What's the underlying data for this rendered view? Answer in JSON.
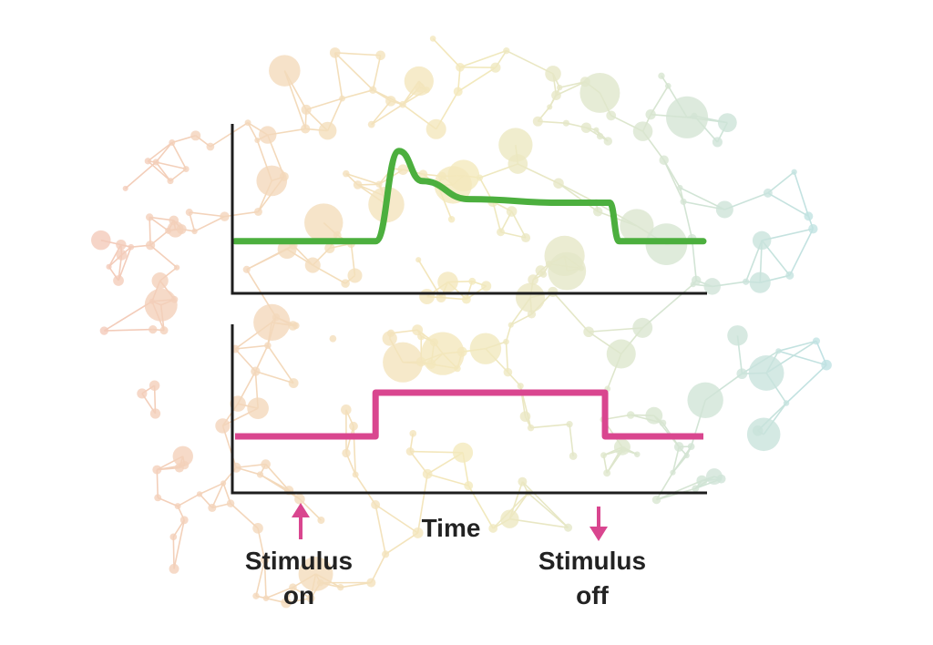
{
  "labels": {
    "x_axis": "Time",
    "stimulus_on_line1": "Stimulus",
    "stimulus_on_line2": "on",
    "stimulus_off_line1": "Stimulus",
    "stimulus_off_line2": "off"
  },
  "colors": {
    "response_trace": "#4caf3e",
    "stimulus_trace": "#d9468f",
    "axes": "#1e1e1e",
    "on_arrow": "#d9468f",
    "off_arrow": "#d9468f",
    "network_warm": "#f0b8a4",
    "network_mid": "#f0e2a6",
    "network_cool": "#a8d8dc"
  },
  "icons": {
    "background": "brain-network-icon",
    "stimulus_on": "arrow-up-icon",
    "stimulus_off": "arrow-down-icon"
  },
  "chart_data": [
    {
      "type": "line",
      "description_series": "response",
      "x": [
        0,
        0.3,
        0.35,
        0.4,
        0.5,
        0.7,
        0.8,
        0.82,
        0.85,
        1
      ],
      "y": [
        0.1,
        0.1,
        0.85,
        0.6,
        0.45,
        0.42,
        0.42,
        0.1,
        0.1,
        0.1
      ],
      "grid": false
    },
    {
      "type": "line",
      "description_series": "stimulus",
      "x": [
        0,
        0.3,
        0.3,
        0.79,
        0.79,
        1
      ],
      "y": [
        0,
        0,
        1,
        1,
        0,
        0
      ],
      "xlabel": "Time",
      "grid": false
    }
  ]
}
